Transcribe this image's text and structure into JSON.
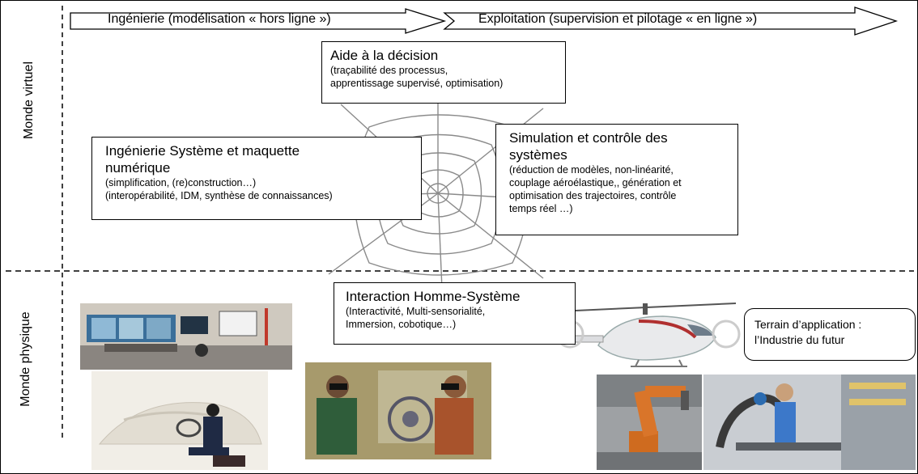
{
  "labels": {
    "virtual_world": "Monde virtuel",
    "physical_world": "Monde physique"
  },
  "arrows": {
    "engineering": "Ingénierie (modélisation « hors ligne »)",
    "operation": "Exploitation (supervision et pilotage « en ligne »)"
  },
  "boxes": {
    "decision": {
      "title": "Aide à la décision",
      "lines": [
        "(traçabilité des processus,",
        "apprentissage supervisé,  optimisation)"
      ]
    },
    "system_engineering": {
      "title_lines": [
        "Ingénierie Système et maquette",
        "numérique"
      ],
      "lines": [
        "(simplification, (re)construction…)",
        "(interopérabilité, IDM,  synthèse de connaissances)"
      ]
    },
    "simulation": {
      "title_lines": [
        "Simulation et contrôle des",
        "systèmes"
      ],
      "lines": [
        "(réduction de modèles, non-linéarité,",
        "couplage aéroélastique,, génération et",
        "optimisation des trajectoires, contrôle",
        "temps réel …)"
      ]
    },
    "interaction": {
      "title": "Interaction Homme-Système",
      "lines": [
        "(Interactivité,  Multi-sensorialité,",
        "Immersion,  cobotique…)"
      ]
    },
    "application": {
      "lines": [
        "Terrain d’application :",
        "l’Industrie du futur"
      ]
    }
  },
  "colors": {
    "border": "#000000",
    "web": "#8a8a8a",
    "background": "#ffffff"
  }
}
